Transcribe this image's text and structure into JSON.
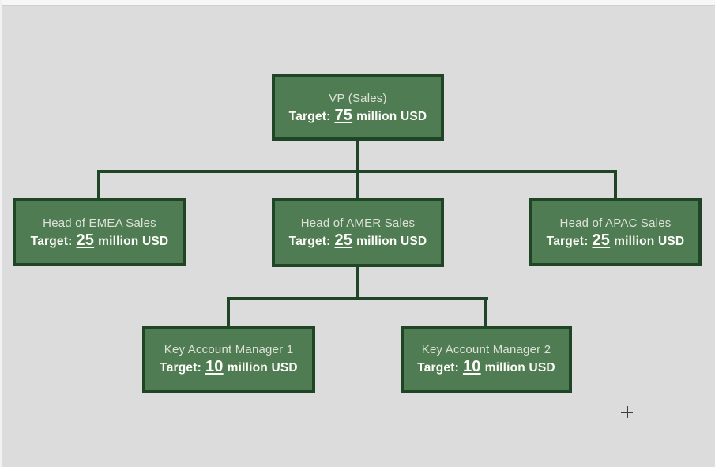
{
  "colors": {
    "background": "#dcdcdc",
    "node_fill": "#507c54",
    "node_border": "#1f4426",
    "connector": "#1f4426",
    "title_text": "#dde2d8",
    "target_text": "#fdfdf8"
  },
  "cursor": {
    "type": "plus-crosshair"
  },
  "diagram": {
    "type": "org-chart",
    "nodes": [
      {
        "id": "vp-sales",
        "title": "VP (Sales)",
        "target_label": "Target:",
        "target_value": "75",
        "target_suffix": "million USD"
      },
      {
        "id": "head-emea",
        "title": "Head of EMEA Sales",
        "target_label": "Target:",
        "target_value": "25",
        "target_suffix": "million USD"
      },
      {
        "id": "head-amer",
        "title": "Head of AMER Sales",
        "target_label": "Target:",
        "target_value": "25",
        "target_suffix": "million USD"
      },
      {
        "id": "head-apac",
        "title": "Head of APAC Sales",
        "target_label": "Target:",
        "target_value": "25",
        "target_suffix": "million USD"
      },
      {
        "id": "kam-1",
        "title": "Key Account Manager 1",
        "target_label": "Target:",
        "target_value": "10",
        "target_suffix": "million USD"
      },
      {
        "id": "kam-2",
        "title": "Key Account Manager 2",
        "target_label": "Target:",
        "target_value": "10",
        "target_suffix": "million USD"
      }
    ],
    "edges": [
      {
        "from": "vp-sales",
        "to": "head-emea"
      },
      {
        "from": "vp-sales",
        "to": "head-amer"
      },
      {
        "from": "vp-sales",
        "to": "head-apac"
      },
      {
        "from": "head-amer",
        "to": "kam-1"
      },
      {
        "from": "head-amer",
        "to": "kam-2"
      }
    ]
  }
}
